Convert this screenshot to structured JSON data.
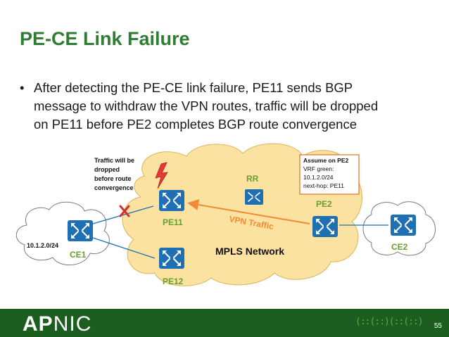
{
  "slide": {
    "title": "PE-CE Link Failure",
    "bullet_marker": "•",
    "bullet_lines": [
      "After detecting the PE-CE link failure, PE11 sends BGP",
      "message to withdraw the VPN routes, traffic will be dropped",
      "on PE11 before PE2 completes BGP route convergence"
    ],
    "page_number": "55"
  },
  "diagram": {
    "cloud_label": "MPLS Network",
    "traffic_note": [
      "Traffic will be",
      "dropped",
      "before route",
      "convergence"
    ],
    "routers": {
      "pe11": "PE11",
      "pe12": "PE12",
      "pe2": "PE2",
      "rr": "RR",
      "ce1": "CE1",
      "ce2": "CE2"
    },
    "prefix_label": "10.1.2.0/24",
    "vpn_traffic_label": "VPN Traffic",
    "info_box": {
      "title": "Assume on PE2",
      "lines": [
        "VRF green:",
        "10.1.2.0/24",
        "next-hop: PE11"
      ]
    }
  },
  "footer": {
    "logo_bold": "AP",
    "logo_rest": "NIC"
  },
  "colors": {
    "title": "#2e7d32",
    "router": "#1f6fb5",
    "router_label": "#6a9e2f",
    "cloud": "#fbe2a0",
    "cloud_stroke": "#d9b45a",
    "footer": "#1b5e20",
    "failure": "#d32f2f",
    "arrow": "#f08a35"
  }
}
